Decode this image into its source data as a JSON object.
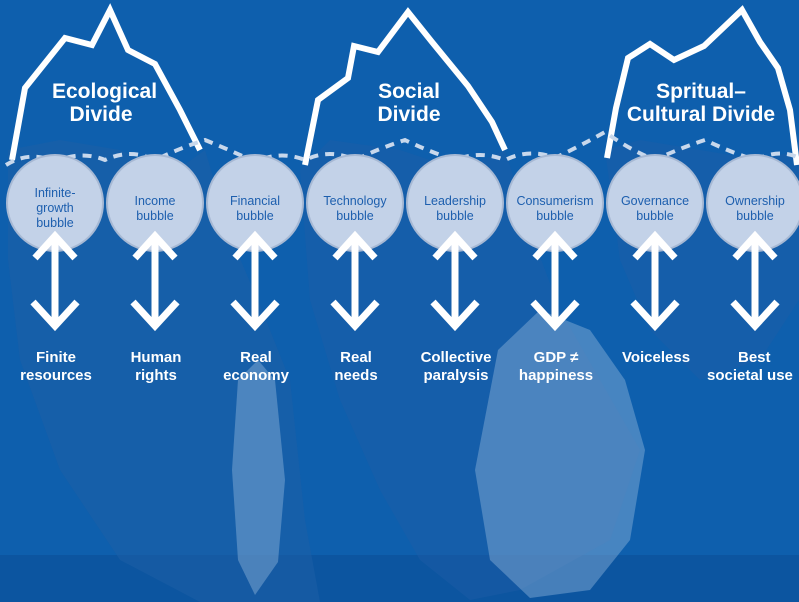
{
  "colors": {
    "ocean": "#0e5fad",
    "deep_water": "#0b4f98",
    "shadow": "#1e5ea6",
    "ghost": "#8fb3da",
    "bubble_fill": "#c3d2e8",
    "bubble_stroke": "#a7b9d4",
    "bubble_text": "#1d5fae",
    "white": "#ffffff"
  },
  "divides": [
    {
      "line1": "Ecological",
      "line2": "Divide"
    },
    {
      "line1": "Social",
      "line2": "Divide"
    },
    {
      "line1": "Spritual–",
      "line2": "Cultural Divide"
    }
  ],
  "bubbles": [
    {
      "line1": "Infinite-",
      "line2": "growth",
      "line3": "bubble"
    },
    {
      "line1": "Income",
      "line2": "bubble",
      "line3": ""
    },
    {
      "line1": "Financial",
      "line2": "bubble",
      "line3": ""
    },
    {
      "line1": "Technology",
      "line2": "bubble",
      "line3": ""
    },
    {
      "line1": "Leadership",
      "line2": "bubble",
      "line3": ""
    },
    {
      "line1": "Consumerism",
      "line2": "bubble",
      "line3": ""
    },
    {
      "line1": "Governance",
      "line2": "bubble",
      "line3": ""
    },
    {
      "line1": "Ownership",
      "line2": "bubble",
      "line3": ""
    }
  ],
  "consequences": [
    {
      "line1": "Finite",
      "line2": "resources"
    },
    {
      "line1": "Human",
      "line2": "rights"
    },
    {
      "line1": "Real",
      "line2": "economy"
    },
    {
      "line1": "Real",
      "line2": "needs"
    },
    {
      "line1": "Collective",
      "line2": "paralysis"
    },
    {
      "line1": "GDP ≠",
      "line2": "happiness"
    },
    {
      "line1": "Voiceless",
      "line2": ""
    },
    {
      "line1": "Best",
      "line2": "societal use"
    }
  ]
}
